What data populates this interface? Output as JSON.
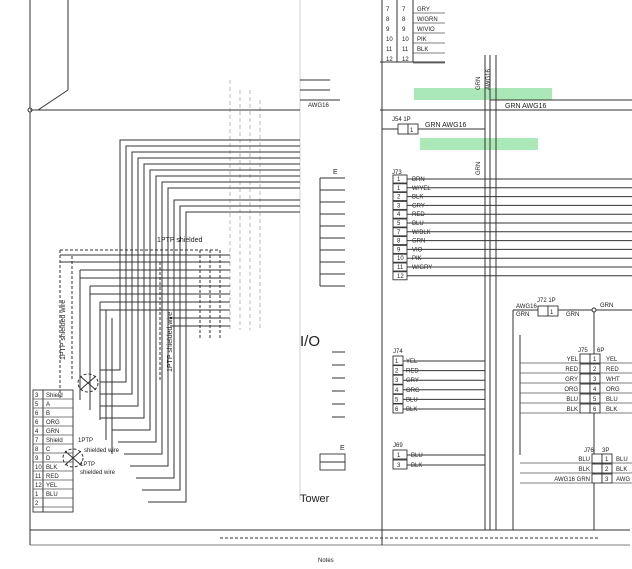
{
  "highlight_color": "#8de0a0",
  "top_table": {
    "rows": [
      {
        "a": "7",
        "b": "7",
        "color": "GRY"
      },
      {
        "a": "8",
        "b": "8",
        "color": "W/GRN"
      },
      {
        "a": "9",
        "b": "9",
        "color": "W/VIO"
      },
      {
        "a": "10",
        "b": "10",
        "color": "PIK"
      },
      {
        "a": "11",
        "b": "11",
        "color": "BLK"
      },
      {
        "a": "12",
        "b": "12",
        "color": ""
      }
    ]
  },
  "center_labels": {
    "grn_awg16": "GRN AWG16",
    "j54": "J54 1P",
    "j54_pin": "1",
    "grn_awg16_b": "GRN AWG16",
    "vert_grn_a": "GRN",
    "vert_awg16": "AWG16",
    "vert_grn_b": "GRN",
    "awg16_left": "AWG16"
  },
  "j73_left": {
    "title": "J73",
    "rows": [
      {
        "pin": "1",
        "color": "BRN"
      },
      {
        "pin": "1",
        "color": "W/YEL"
      },
      {
        "pin": "2",
        "color": "BLK"
      },
      {
        "pin": "3",
        "color": "GRY"
      },
      {
        "pin": "4",
        "color": "RED"
      },
      {
        "pin": "5",
        "color": "BLU"
      },
      {
        "pin": "7",
        "color": "W/BLK"
      },
      {
        "pin": "8",
        "color": "GRN"
      },
      {
        "pin": "9",
        "color": "VIO"
      },
      {
        "pin": "10",
        "color": "PIK"
      },
      {
        "pin": "11",
        "color": "W/GRY"
      },
      {
        "pin": "12",
        "color": ""
      }
    ]
  },
  "j74": {
    "title": "J74",
    "rows": [
      {
        "pin": "1",
        "color": "YEL"
      },
      {
        "pin": "2",
        "color": "RED"
      },
      {
        "pin": "3",
        "color": "GRY"
      },
      {
        "pin": "4",
        "color": "ORG"
      },
      {
        "pin": "5",
        "color": "BLU"
      },
      {
        "pin": "6",
        "color": "BLK"
      }
    ]
  },
  "j69": {
    "title": "J69",
    "rows": [
      {
        "pin": "1",
        "color": "BLU"
      },
      {
        "pin": "3",
        "color": "BLK"
      }
    ]
  },
  "j72": {
    "title": "J72 1P",
    "pin": "1",
    "left_a": "AWG16",
    "left_b": "GRN",
    "right_b": "GRN",
    "right_a": "GRN"
  },
  "j75": {
    "title": "J75",
    "pins": "6P",
    "rows": [
      {
        "l": "YEL",
        "p": "1",
        "r": "YEL"
      },
      {
        "l": "RED",
        "p": "2",
        "r": "RED"
      },
      {
        "l": "GRY",
        "p": "3",
        "r": "WHT"
      },
      {
        "l": "ORG",
        "p": "4",
        "r": "ORG"
      },
      {
        "l": "BLU",
        "p": "5",
        "r": "BLU"
      },
      {
        "l": "BLK",
        "p": "6",
        "r": "BLK"
      }
    ]
  },
  "j76": {
    "title": "J76",
    "pins": "3P",
    "rows": [
      {
        "l": "BLU",
        "p": "1",
        "r": "BLU"
      },
      {
        "l": "BLK",
        "p": "2",
        "r": "BLK"
      },
      {
        "l": "AWG16 GRN",
        "p": "3",
        "r": "AWG"
      }
    ]
  },
  "left_block": {
    "rows": [
      {
        "pin": "3",
        "label": "Shield"
      },
      {
        "pin": "5",
        "label": "A"
      },
      {
        "pin": "6",
        "label": "B"
      },
      {
        "pin": "6",
        "label": "ORG"
      },
      {
        "pin": "4",
        "label": "GRN"
      },
      {
        "pin": "7",
        "label": "Shield"
      },
      {
        "pin": "8",
        "label": "C"
      },
      {
        "pin": "9",
        "label": "D"
      },
      {
        "pin": "10",
        "label": "BLK"
      },
      {
        "pin": "11",
        "label": "RED"
      },
      {
        "pin": "12",
        "label": "YEL"
      },
      {
        "pin": "1",
        "label": "BLU"
      },
      {
        "pin": "2",
        "label": ""
      }
    ],
    "tptp_a": "1PTP",
    "shielded_wire_a": "shielded wire",
    "tptp_b": "1PTP",
    "shielded_wire_b": "shielded wire",
    "tptp_vert": "1PTP shielded wire",
    "tptp_vert2": "1PTP shielded wire",
    "tptp_top": "1PTP shielded"
  },
  "center_titles": {
    "io": "I/O",
    "tower": "Tower",
    "e_top": "E",
    "e_bottom": "E",
    "notes": "Notes"
  }
}
